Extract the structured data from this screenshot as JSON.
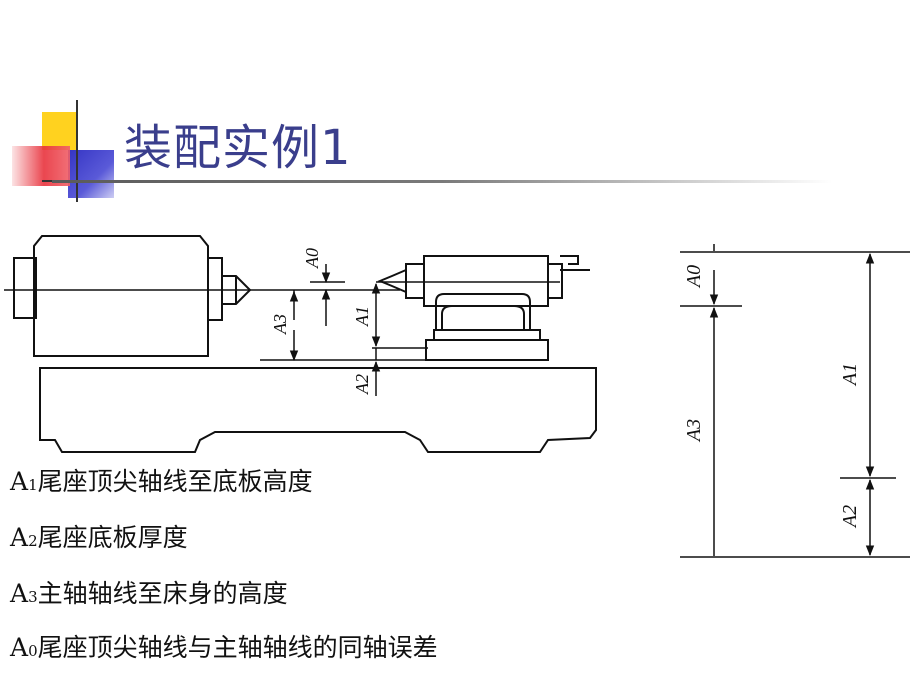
{
  "slide": {
    "title": "装配实例1"
  },
  "colors": {
    "title": "#3a3e8c",
    "deco_yellow": "#ffd21f",
    "deco_blue": "#3c3cc8",
    "deco_red": "#e8323c"
  },
  "drawing": {
    "labels": {
      "a0": "A0",
      "a1": "A1",
      "a2": "A2",
      "a3": "A3"
    }
  },
  "definitions": [
    {
      "sym": "A",
      "sub": "1",
      "text": "尾座顶尖轴线至底板高度"
    },
    {
      "sym": "A",
      "sub": "2",
      "text": "尾座底板厚度"
    },
    {
      "sym": "A",
      "sub": "3",
      "text": "主轴轴线至床身的高度"
    },
    {
      "sym": "A",
      "sub": "0",
      "text": "尾座顶尖轴线与主轴轴线的同轴误差"
    }
  ]
}
